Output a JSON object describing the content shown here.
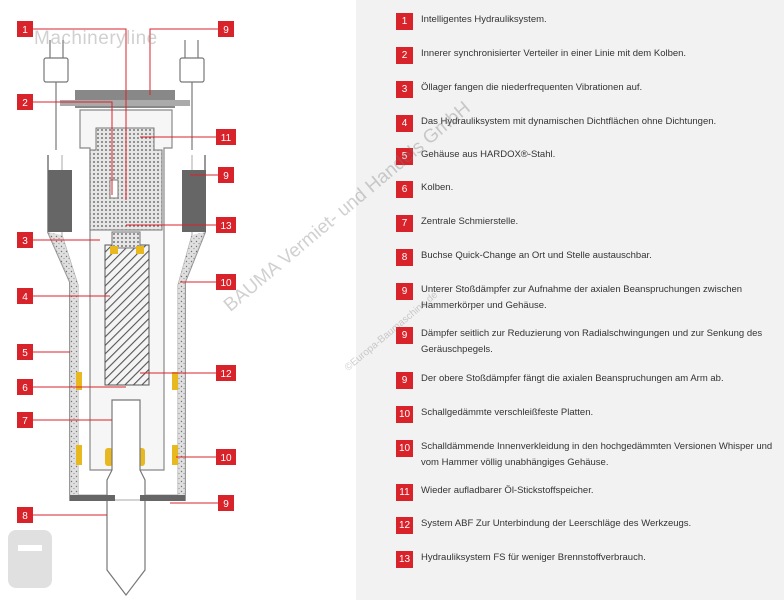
{
  "brand": {
    "logo_text": "Machineryline",
    "watermark": "BAUMA Vermiet- und Handels GmbH",
    "watermark_sub": "©Europa-Baumaschine.de"
  },
  "colors": {
    "accent": "#d9232b",
    "panel": "#f2f2f2",
    "gold": "#e8b820",
    "metal": "#888888"
  },
  "callouts": [
    {
      "id": "c1",
      "num": "1"
    },
    {
      "id": "c2",
      "num": "2"
    },
    {
      "id": "c3",
      "num": "3"
    },
    {
      "id": "c4",
      "num": "4"
    },
    {
      "id": "c5",
      "num": "5"
    },
    {
      "id": "c6",
      "num": "6"
    },
    {
      "id": "c7",
      "num": "7"
    },
    {
      "id": "c8",
      "num": "8"
    },
    {
      "id": "c9a",
      "num": "9"
    },
    {
      "id": "c9b",
      "num": "9"
    },
    {
      "id": "c9c",
      "num": "9"
    },
    {
      "id": "c10a",
      "num": "10"
    },
    {
      "id": "c10b",
      "num": "10"
    },
    {
      "id": "c11",
      "num": "11"
    },
    {
      "id": "c12",
      "num": "12"
    },
    {
      "id": "c13",
      "num": "13"
    }
  ],
  "legend": [
    {
      "num": "1",
      "text": "Intelligentes Hydrauliksystem."
    },
    {
      "num": "2",
      "text": "Innerer synchronisierter Verteiler in einer Linie mit dem Kolben."
    },
    {
      "num": "3",
      "text": "Öllager fangen die niederfrequenten Vibrationen auf."
    },
    {
      "num": "4",
      "text": "Das Hydrauliksystem mit dynamischen Dichtflächen ohne Dichtungen."
    },
    {
      "num": "5",
      "text": "Gehäuse aus HARDOX®-Stahl."
    },
    {
      "num": "6",
      "text": "Kolben."
    },
    {
      "num": "7",
      "text": "Zentrale Schmierstelle."
    },
    {
      "num": "8",
      "text": "Buchse Quick-Change an Ort und Stelle austauschbar."
    },
    {
      "num": "9",
      "text": "Unterer Stoßdämpfer zur Aufnahme der axialen Beanspruchungen zwischen Hammerkörper und Gehäuse."
    },
    {
      "num": "9",
      "text": "Dämpfer seitlich zur Reduzierung von Radialschwingungen und zur Senkung des Geräuschpegels."
    },
    {
      "num": "9",
      "text": "Der obere Stoßdämpfer fängt die axialen Beanspruchungen am Arm ab."
    },
    {
      "num": "10",
      "text": "Schallgedämmte verschleißfeste Platten."
    },
    {
      "num": "10",
      "text": "Schalldämmende Innenverkleidung in den hochgedämmten Versionen Whisper und vom Hammer völlig unabhängiges Gehäuse."
    },
    {
      "num": "11",
      "text": "Wieder aufladbarer Öl-Stickstoffspeicher."
    },
    {
      "num": "12",
      "text": "System ABF Zur Unterbindung der Leerschläge des Werkzeugs."
    },
    {
      "num": "13",
      "text": "Hydrauliksystem FS für weniger Brennstoffverbrauch."
    }
  ]
}
